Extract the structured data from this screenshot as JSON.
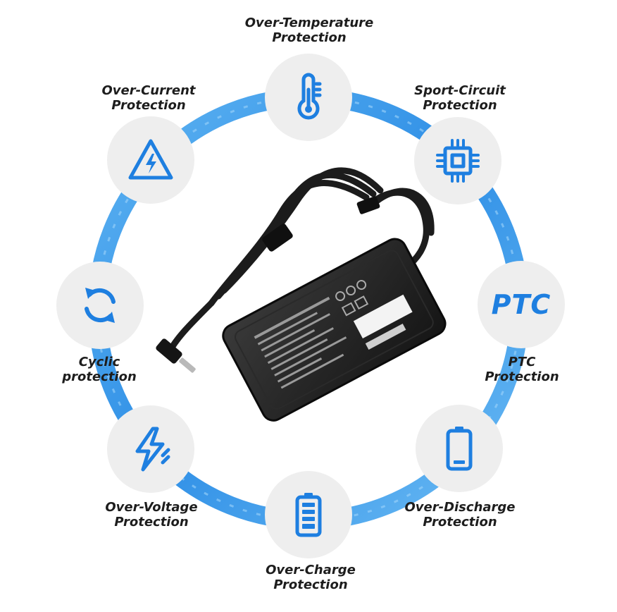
{
  "accent_color": "#1e7fe0",
  "ring_color": "#3a9be8",
  "center_image": "black-laptop-power-adapter-with-coiled-cable",
  "features": [
    {
      "id": "over-temperature",
      "icon": "thermometer-icon",
      "label_lines": [
        "Over-Temperature",
        "Protection"
      ]
    },
    {
      "id": "short-circuit",
      "icon": "chip-icon",
      "label_lines": [
        "Sport-Circuit",
        "Protection"
      ]
    },
    {
      "id": "ptc",
      "icon": "ptc-text-icon",
      "icon_text": "PTC",
      "label_lines": [
        "PTC",
        "Protection"
      ]
    },
    {
      "id": "over-discharge",
      "icon": "battery-low-icon",
      "label_lines": [
        "Over-Discharge",
        "Protection"
      ]
    },
    {
      "id": "over-charge",
      "icon": "battery-full-icon",
      "label_lines": [
        "Over-Charge",
        "Protection"
      ]
    },
    {
      "id": "over-voltage",
      "icon": "lightning-bolt-icon",
      "label_lines": [
        "Over-Voltage",
        "Protection"
      ]
    },
    {
      "id": "cyclic",
      "icon": "refresh-cycle-icon",
      "label_lines": [
        "Cyclic",
        "protection"
      ]
    },
    {
      "id": "over-current",
      "icon": "high-voltage-warning-icon",
      "label_lines": [
        "Over-Current",
        "Protection"
      ]
    }
  ]
}
